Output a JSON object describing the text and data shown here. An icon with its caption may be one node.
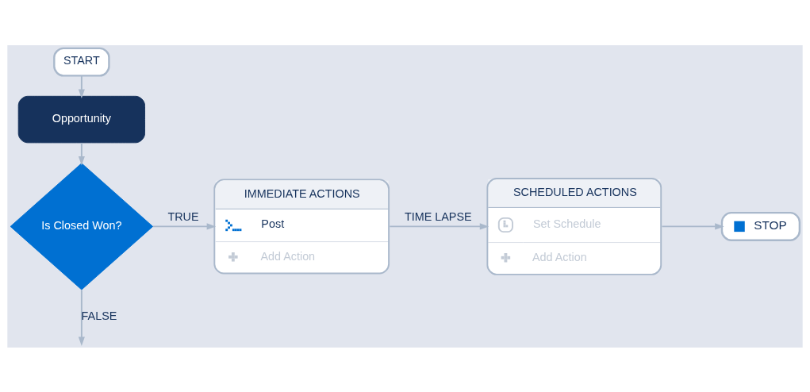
{
  "diagram": {
    "nodes": [
      {
        "text": [
          "START"
        ]
      },
      {
        "text": [
          "Opportunity"
        ]
      },
      {
        "text": [
          "Is Closed Won?"
        ]
      },
      {
        "text": [
          "IMMEDIATE ACTIONS",
          "Post",
          "Add Action"
        ]
      },
      {
        "text": [
          "SCHEDULED ACTIONS",
          "Set Schedule",
          "Add Action"
        ]
      },
      {
        "text": [
          "STOP"
        ]
      }
    ],
    "edges": [
      {
        "from": 0,
        "to": 1,
        "arrow": "to"
      },
      {
        "from": 1,
        "to": 2,
        "arrow": "to"
      },
      {
        "from": 2,
        "to": 3,
        "arrow": "to",
        "label": "TRUE"
      },
      {
        "from": 2,
        "to": null,
        "arrow": "to",
        "label": "FALSE"
      },
      {
        "from": 3,
        "to": 4,
        "arrow": "to",
        "label": "TIME LAPSE"
      },
      {
        "from": 4,
        "to": 5,
        "arrow": "to"
      }
    ]
  }
}
